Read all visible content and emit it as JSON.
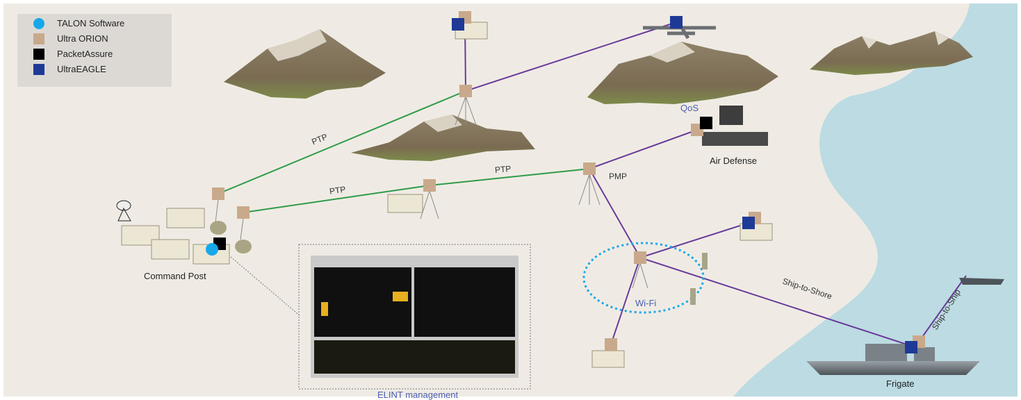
{
  "legend": {
    "items": [
      {
        "label": "TALON Software",
        "color": "#17a8e8",
        "shape": "circle"
      },
      {
        "label": "Ultra ORION",
        "color": "#c9a98b",
        "shape": "square"
      },
      {
        "label": "PacketAssure",
        "color": "#000000",
        "shape": "square"
      },
      {
        "label": "UltraEAGLE",
        "color": "#1e3a96",
        "shape": "square"
      }
    ]
  },
  "labels": {
    "ptp_upper": "PTP",
    "ptp_lower_left": "PTP",
    "ptp_lower_right": "PTP",
    "pmp": "PMP",
    "qos": "QoS",
    "air_defense": "Air Defense",
    "wifi": "Wi-Fi",
    "command_post": "Command Post",
    "elint": "ELINT management",
    "ship_to_shore": "Ship-to-Shore",
    "ship_to_ship": "Ship-to-Ship",
    "frigate": "Frigate"
  },
  "colors": {
    "background": "#efebe4",
    "water": "#bcdbe2",
    "ptp_link": "#2e9b48",
    "radio_link": "#6a3a9a",
    "wifi_ring": "#17a8e8",
    "orion": "#c9a98b",
    "eagle": "#1e3a96",
    "packetassure": "#000000",
    "talon": "#17a8e8"
  }
}
